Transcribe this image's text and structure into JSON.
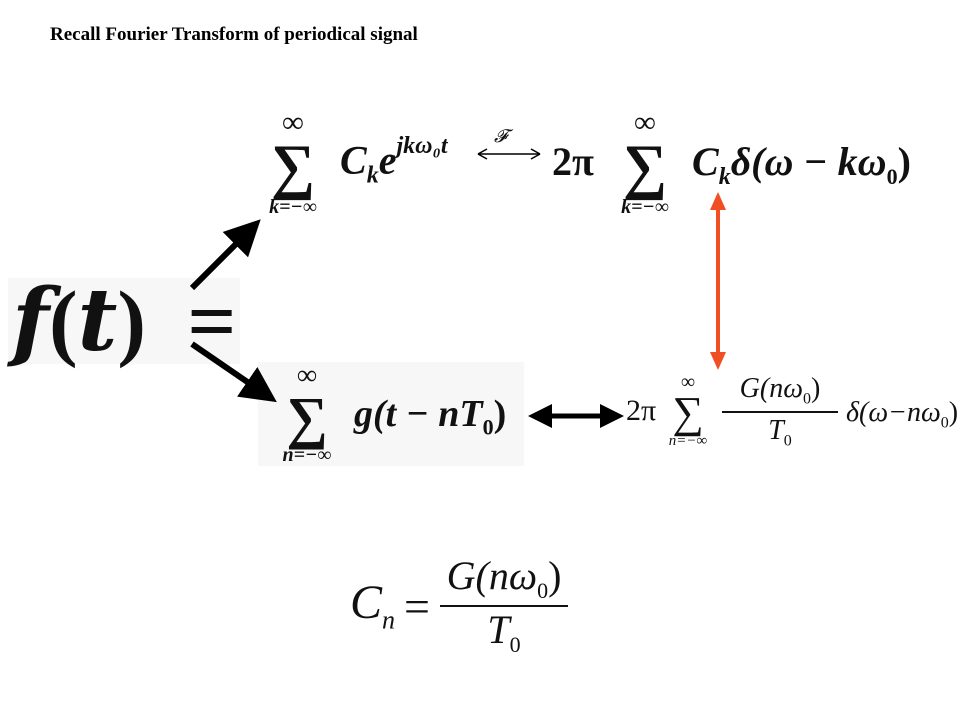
{
  "title": "Recall Fourier Transform of periodical  signal",
  "lhs": {
    "f": "f",
    "paren_open": "(",
    "t": "t",
    "paren_close": ")",
    "eq": "="
  },
  "top_row": {
    "sum_upper": "∞",
    "sum_symbol": "∑",
    "sum_lower": "k=−∞",
    "term_C": "C",
    "term_k": "k",
    "term_e": "e",
    "exponent": "jkω₀t",
    "transform_symbol": "𝓕",
    "two_pi": "2π",
    "sum2_upper": "∞",
    "sum2_symbol": "∑",
    "sum2_lower": "k=−∞",
    "term2_C": "C",
    "term2_k": "k",
    "term2_delta": "δ(ω  −  kω",
    "term2_sub": "0",
    "term2_close": ")"
  },
  "bottom_row": {
    "sum_upper": "∞",
    "sum_symbol": "∑",
    "sum_lower": "n=−∞",
    "term": "g(t  −  nT",
    "term_sub": "0",
    "term_close": ")",
    "two_pi": "2π",
    "sum2_upper": "∞",
    "sum2_symbol": "∑",
    "sum2_lower": "n=−∞",
    "frac_num": "G(nω",
    "frac_num_sub": "0",
    "frac_num_close": ")",
    "frac_den": "T",
    "frac_den_sub": "0",
    "delta": "δ(ω−nω",
    "delta_sub": "0",
    "delta_close": ")"
  },
  "cn_formula": {
    "C": "C",
    "n": "n",
    "eq": "=",
    "num": "G(nω",
    "num_sub": "0",
    "num_close": ")",
    "den": "T",
    "den_sub": "0"
  },
  "colors": {
    "arrow_black": "#000000",
    "arrow_orange": "#f04e23"
  }
}
